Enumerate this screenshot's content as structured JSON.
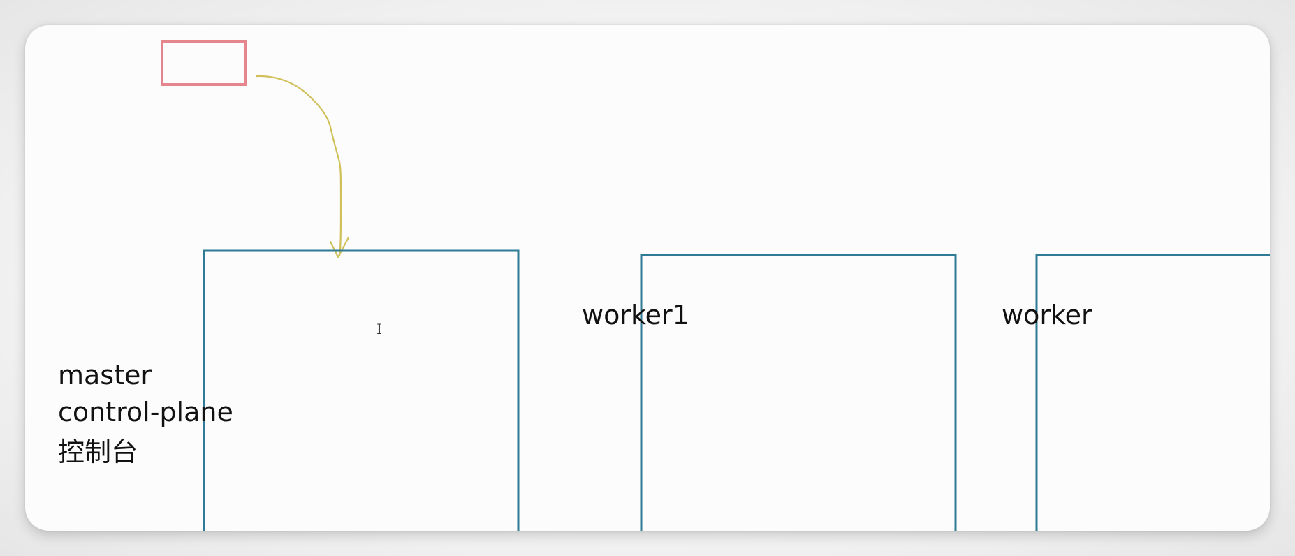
{
  "canvas": {
    "background": "#fcfcfc",
    "box_stroke": "#2f7a94",
    "small_box_stroke": "#e5868e",
    "arrow_stroke": "#cfc05a"
  },
  "labels": {
    "worker1": "worker1",
    "worker": "worker",
    "master": "master",
    "control_plane": "control-plane",
    "console_cn": "控制台"
  },
  "icons": {
    "text_cursor": "text-cursor-icon"
  }
}
